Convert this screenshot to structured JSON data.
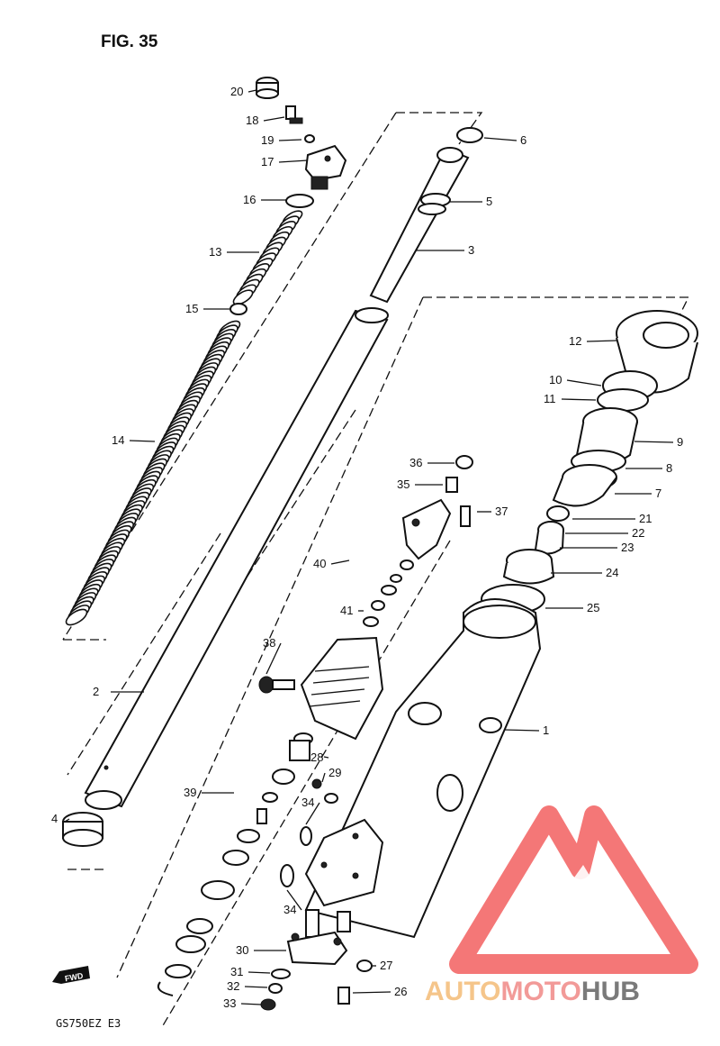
{
  "figure": {
    "title": "FIG. 35",
    "model_code": "GS750EZ E3",
    "direction_label": "FWD"
  },
  "watermark": {
    "parts": [
      "AUTO",
      "MOTO",
      "HUB"
    ],
    "colors": [
      "#f5c58a",
      "#f29a98",
      "#7a7a7a"
    ],
    "logo_color": "#f04a4a"
  },
  "callouts": [
    {
      "text": "20"
    },
    {
      "text": "18"
    },
    {
      "text": "19"
    },
    {
      "text": "17"
    },
    {
      "text": "16"
    },
    {
      "text": "13"
    },
    {
      "text": "15"
    },
    {
      "text": "14"
    },
    {
      "text": "6"
    },
    {
      "text": "5"
    },
    {
      "text": "3"
    },
    {
      "text": "12"
    },
    {
      "text": "10"
    },
    {
      "text": "11"
    },
    {
      "text": "9"
    },
    {
      "text": "8"
    },
    {
      "text": "7"
    },
    {
      "text": "21"
    },
    {
      "text": "22"
    },
    {
      "text": "23"
    },
    {
      "text": "24"
    },
    {
      "text": "25"
    },
    {
      "text": "36"
    },
    {
      "text": "35"
    },
    {
      "text": "37"
    },
    {
      "text": "40"
    },
    {
      "text": "41"
    },
    {
      "text": "38"
    },
    {
      "text": "2"
    },
    {
      "text": "1"
    },
    {
      "text": "28"
    },
    {
      "text": "29"
    },
    {
      "text": "34"
    },
    {
      "text": "39"
    },
    {
      "text": "4"
    },
    {
      "text": "34"
    },
    {
      "text": "30"
    },
    {
      "text": "31"
    },
    {
      "text": "32"
    },
    {
      "text": "33"
    },
    {
      "text": "27"
    },
    {
      "text": "26"
    }
  ]
}
